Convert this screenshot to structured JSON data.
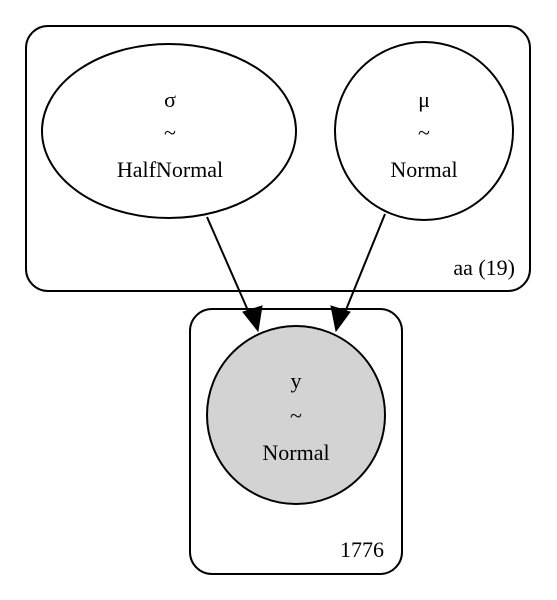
{
  "diagram": {
    "plates": [
      {
        "id": "plate-aa",
        "label": "aa (19)"
      },
      {
        "id": "plate-obs",
        "label": "1776"
      }
    ],
    "nodes": [
      {
        "id": "sigma",
        "name": "σ",
        "tilde": "~",
        "distribution": "HalfNormal",
        "observed": false
      },
      {
        "id": "mu",
        "name": "μ",
        "tilde": "~",
        "distribution": "Normal",
        "observed": false
      },
      {
        "id": "y",
        "name": "y",
        "tilde": "~",
        "distribution": "Normal",
        "observed": true
      }
    ],
    "edges": [
      {
        "from": "sigma",
        "to": "y"
      },
      {
        "from": "mu",
        "to": "y"
      }
    ],
    "colors": {
      "stroke": "#000000",
      "observed_fill": "#d3d3d3",
      "latent_fill": "#ffffff"
    }
  }
}
